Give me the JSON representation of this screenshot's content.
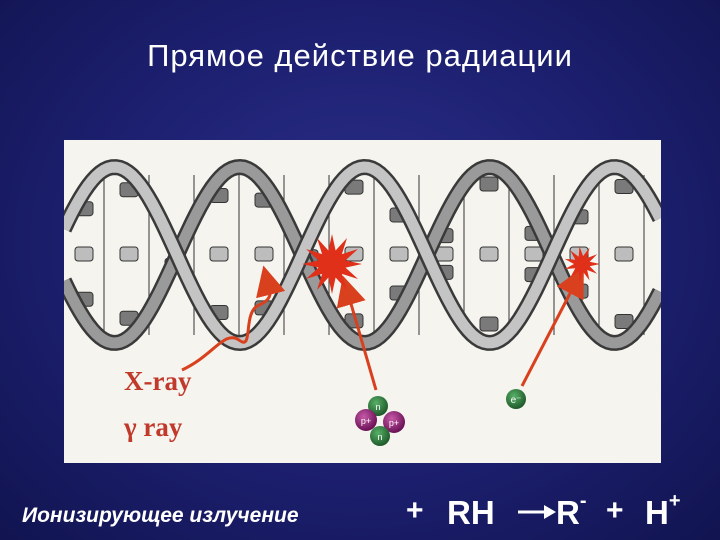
{
  "title": "Прямое действие радиации",
  "figure": {
    "xray_label": "X-ray",
    "gamma_label": "γ ray",
    "electron_label": "e⁻",
    "particle_labels": {
      "n": "n",
      "p": "p+"
    },
    "colors": {
      "background": "#1c1f6e",
      "helix_ribbon": "#8c8c8c",
      "impact_burst": "#e0301a",
      "arrow": "#d9401e",
      "alpha_proton": "#8a1a6e",
      "alpha_neutron": "#2e7a3a",
      "electron": "#2e7a3a",
      "label_text": "#c0392b"
    }
  },
  "equation": {
    "ionizing": "Ионизирующее излучение",
    "plus": "+",
    "rh": "RH",
    "r": "R",
    "r_charge": "-",
    "h": "H",
    "h_charge": "+"
  }
}
